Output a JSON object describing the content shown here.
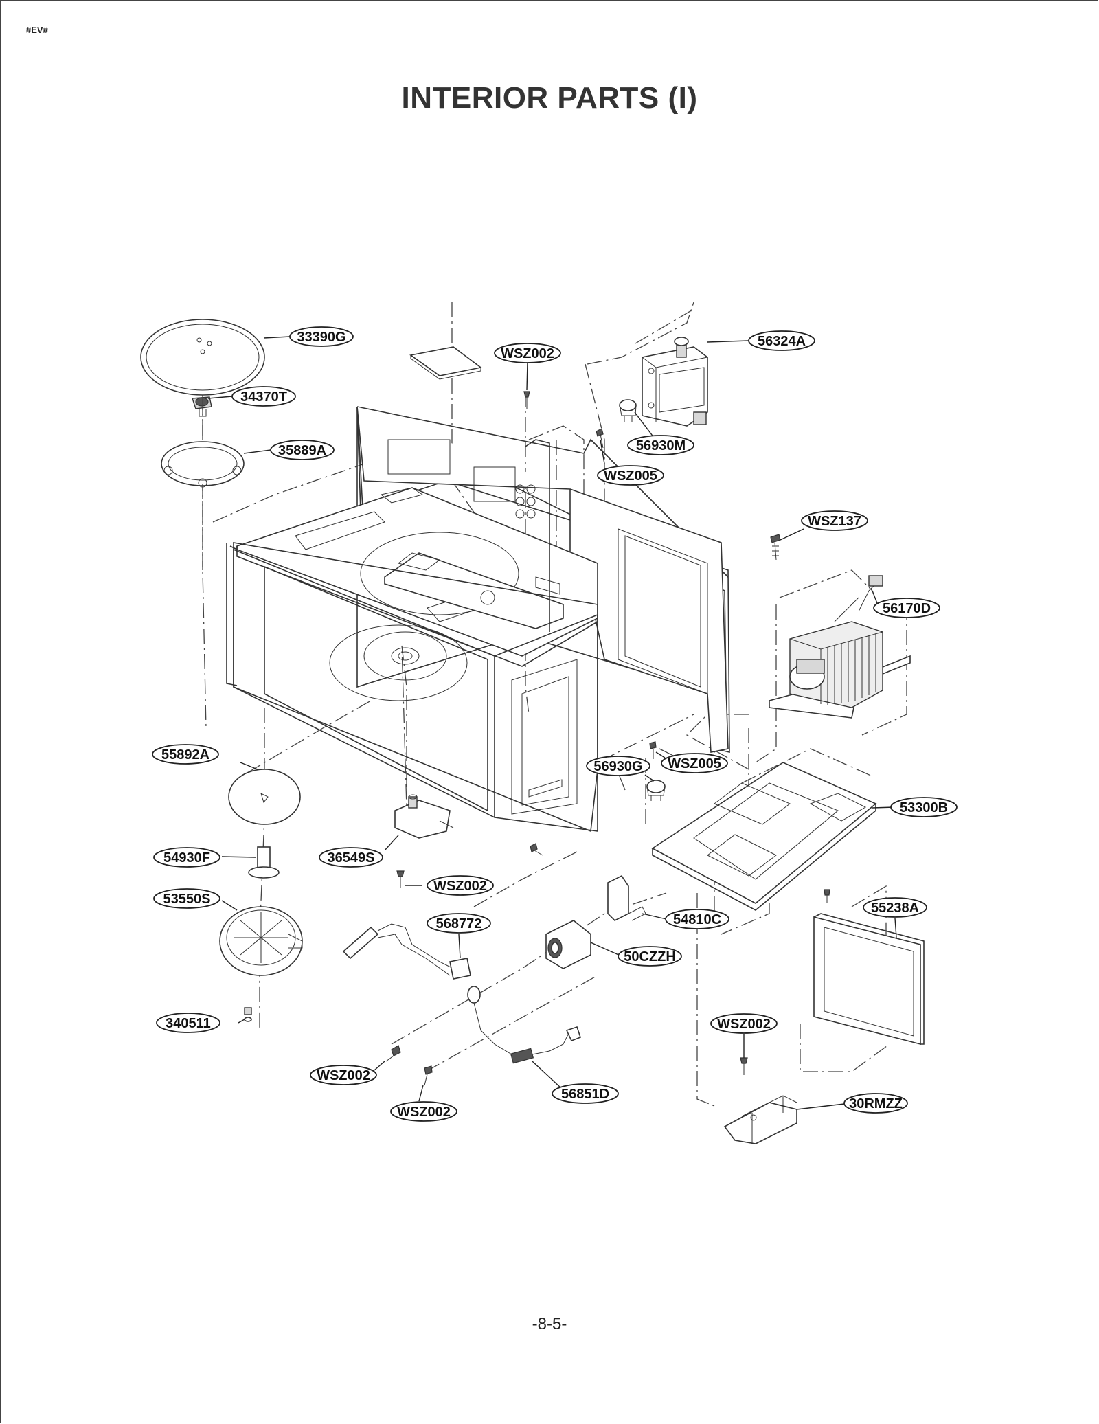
{
  "document_code": "#EV#",
  "title": "INTERIOR PARTS (I)",
  "page_number": "-8-5-",
  "part_labels": {
    "tray": "33390G",
    "coupler": "34370T",
    "roller_ring": "35889A",
    "magnetron": "56324A",
    "top_cover_screw": "WSZ002",
    "thermostat_magnetron": "56930M",
    "magnetron_screw": "WSZ005",
    "transformer_screw": "WSZ137",
    "transformer": "56170D",
    "stirrer_blade": "55892A",
    "stirrer_shaft": "54930F",
    "stirrer_cover": "53550S",
    "stirrer_nut": "340511",
    "turntable_motor": "36549S",
    "turntable_motor_screw": "WSZ002",
    "thermostat_cavity": "56930G",
    "thermostat_screw": "WSZ005",
    "base_plate": "53300B",
    "wire_harness": "568772",
    "capacitor_bracket": "54810C",
    "capacitor": "50CZZH",
    "panel": "55238A",
    "lower_screw_right": "WSZ002",
    "lower_screw_a": "WSZ002",
    "lower_screw_b": "WSZ002",
    "diode": "56851D",
    "rectifier_bracket": "30RMZZ"
  }
}
